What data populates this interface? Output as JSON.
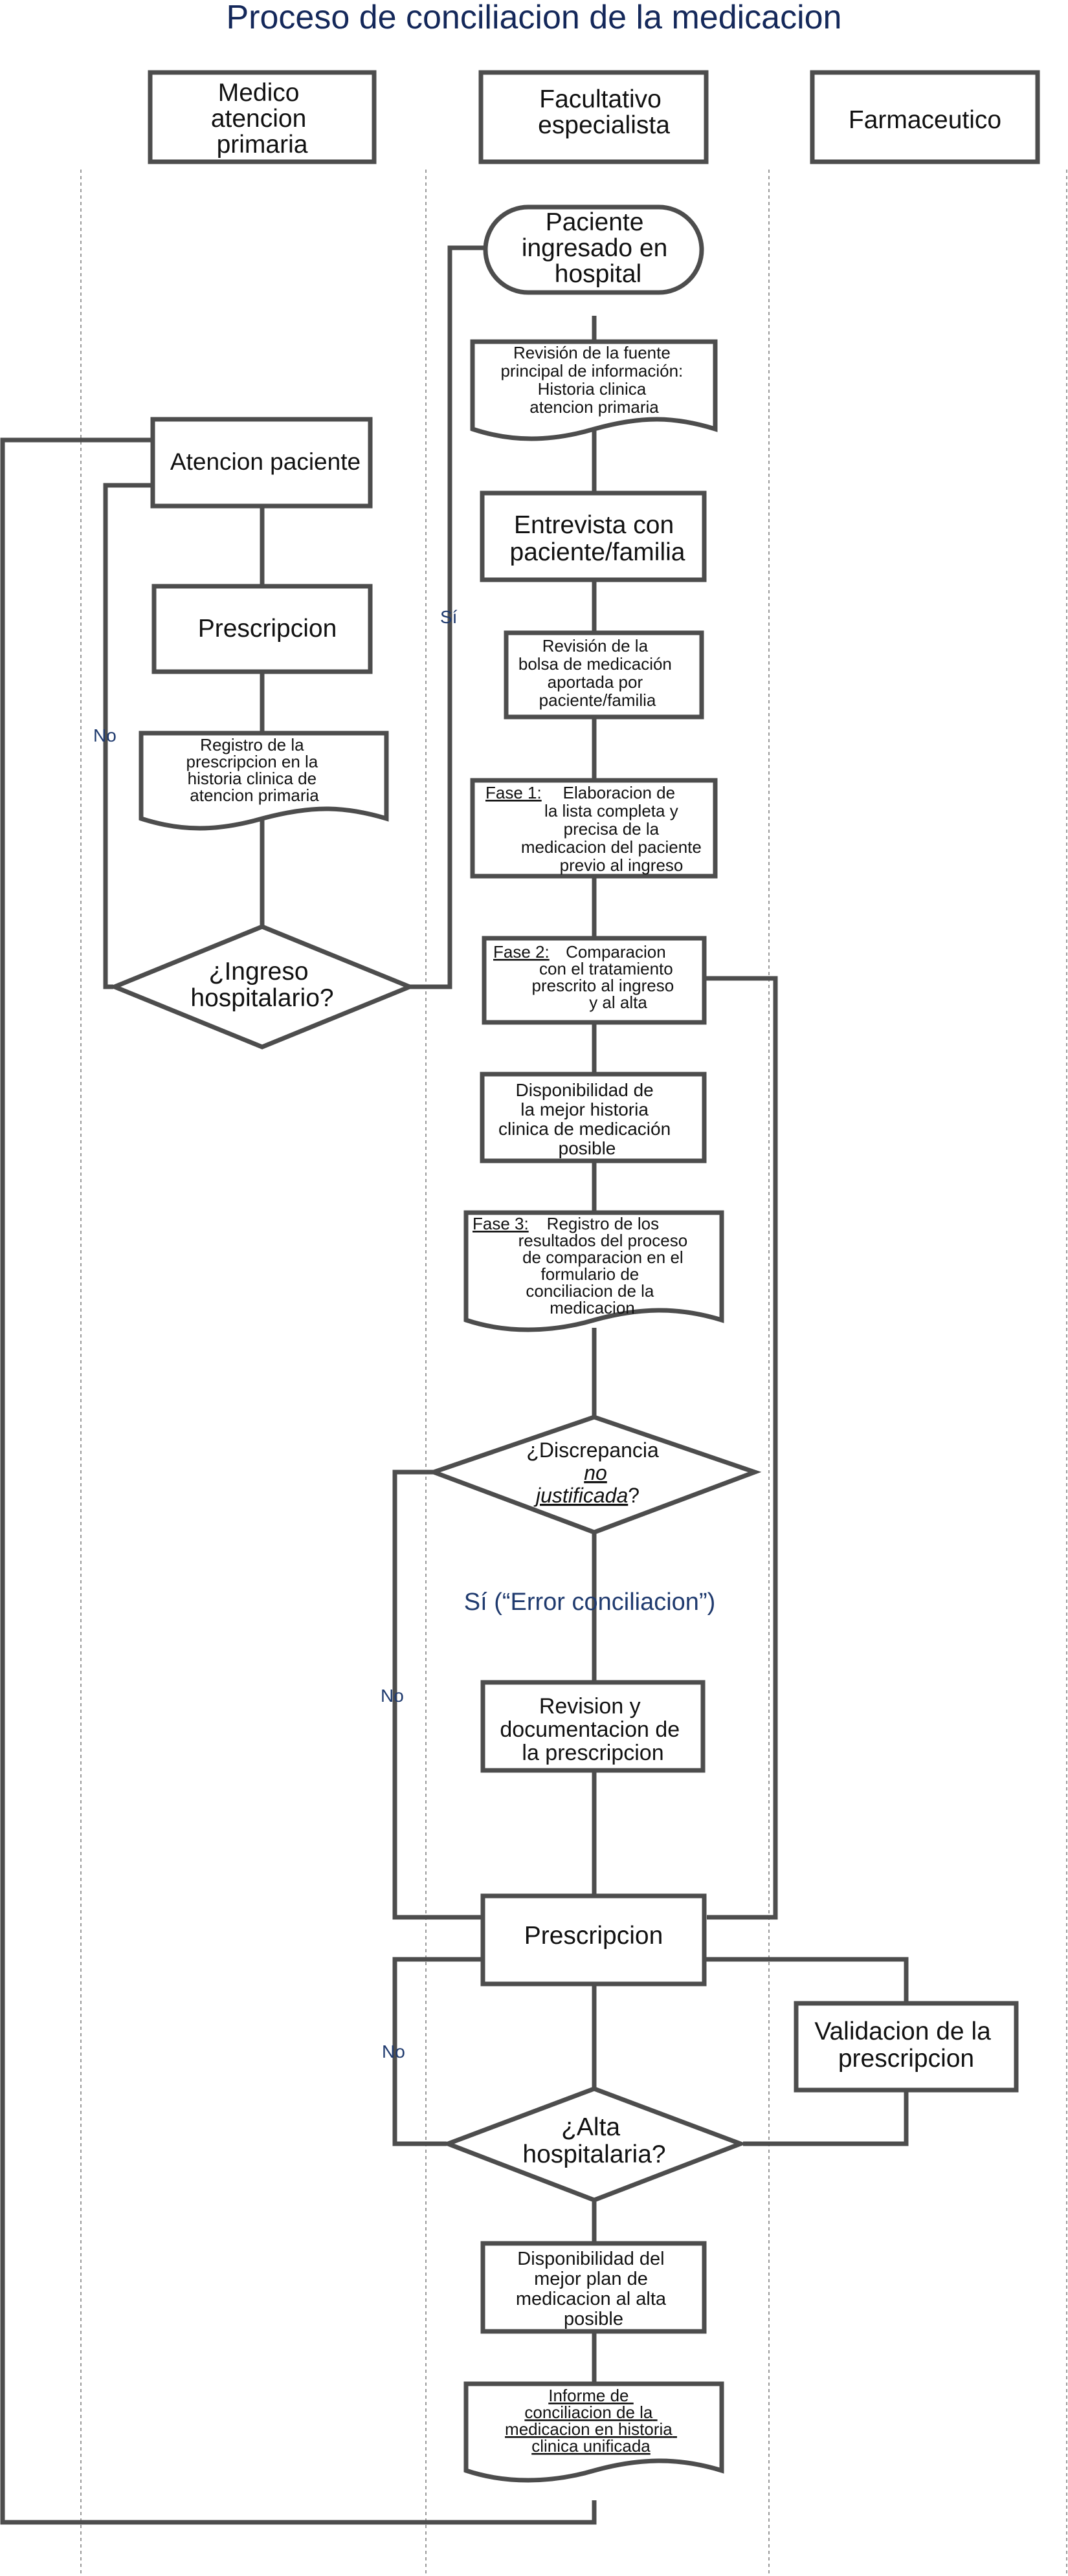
{
  "title": "Proceso de conciliacion de la medicacion",
  "colors": {
    "title": "#14285a",
    "stroke": "#4d4d4d",
    "label_blue": "#1f3a6e",
    "lane_line": "#9a9a9a"
  },
  "lanes": [
    {
      "lines": [
        "Medico",
        "atencion",
        "primaria"
      ]
    },
    {
      "lines": [
        "Facultativo",
        "especialista"
      ]
    },
    {
      "lines": [
        "Farmaceutico"
      ]
    }
  ],
  "nodes": {
    "paciente_ingresado": {
      "lines": [
        "Paciente",
        "ingresado en",
        "hospital"
      ]
    },
    "revision_fuente": {
      "lines": [
        "Revisión de la fuente",
        "principal de información:",
        "Historia clinica",
        "atencion primaria"
      ]
    },
    "atencion_paciente": {
      "lines": [
        "Atencion paciente"
      ]
    },
    "entrevista": {
      "lines": [
        "Entrevista con",
        "paciente/familia"
      ]
    },
    "prescripcion_ap": {
      "lines": [
        "Prescripcion"
      ]
    },
    "revision_bolsa": {
      "lines": [
        "Revisión de la",
        "bolsa de medicación",
        "aportada por",
        "paciente/familia"
      ]
    },
    "registro_ap": {
      "lines": [
        "Registro de la",
        "prescripcion en la",
        "historia clinica de",
        "atencion primaria"
      ]
    },
    "fase1": {
      "tag": "Fase 1:",
      "lines": [
        "Elaboracion de",
        "la lista completa y",
        "precisa de la",
        "medicacion del paciente",
        "previo al ingreso"
      ]
    },
    "ingreso_hospitalario": {
      "lines": [
        "¿Ingreso",
        "hospitalario?"
      ]
    },
    "fase2": {
      "tag": "Fase 2:",
      "lines": [
        "Comparacion",
        "con el tratamiento",
        "prescrito al ingreso",
        "y al alta"
      ]
    },
    "disponibilidad_historia": {
      "lines": [
        "Disponibilidad de",
        "la mejor historia",
        "clinica de medicación",
        "posible"
      ]
    },
    "fase3": {
      "tag": "Fase 3:",
      "lines": [
        "Registro de los",
        "resultados del proceso",
        "de comparacion en el",
        "formulario de",
        "conciliacion de la",
        "medicacion"
      ]
    },
    "discrepancia": {
      "line1": "¿Discrepancia",
      "line2": "no",
      "line3a": "justificada",
      "line3b": "?"
    },
    "revision_documentacion": {
      "lines": [
        "Revision y",
        "documentacion de",
        "la prescripcion"
      ]
    },
    "prescripcion_esp": {
      "lines": [
        "Prescripcion"
      ]
    },
    "validacion": {
      "lines": [
        "Validacion de la",
        "prescripcion"
      ]
    },
    "alta_hospitalaria": {
      "lines": [
        "¿Alta",
        "hospitalaria?"
      ]
    },
    "disponibilidad_plan": {
      "lines": [
        "Disponibilidad del",
        "mejor plan de",
        "medicacion al alta",
        "posible"
      ]
    },
    "informe": {
      "lines": [
        "Informe de",
        "conciliacion de la",
        "medicacion en historia",
        "clinica unificada"
      ]
    }
  },
  "edge_labels": {
    "si_ingreso": "Sí",
    "no_ingreso": "No",
    "si_error": "Sí (“Error conciliacion”)",
    "no_discrepancia": "No",
    "no_alta": "No"
  }
}
